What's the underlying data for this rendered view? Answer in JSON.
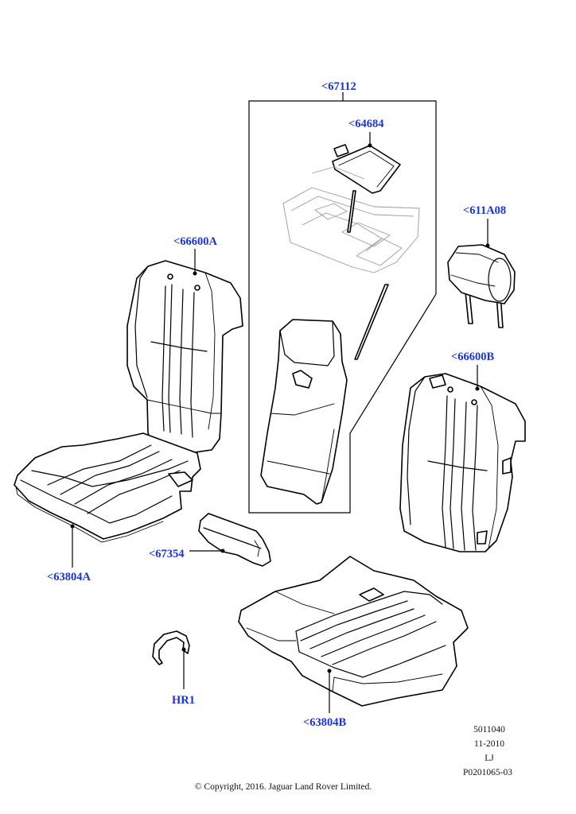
{
  "callouts": {
    "group_67112": "<67112",
    "part_64684": "<64684",
    "part_611A08": "<611A08",
    "part_66600A": "<66600A",
    "part_66600B": "<66600B",
    "part_67354": "<67354",
    "part_63804A": "<63804A",
    "part_63804B": "<63804B",
    "part_HR1": "HR1"
  },
  "reference": {
    "line1": "5011040",
    "line2": "11-2010",
    "line3": "LJ",
    "line4": "P0201065-03"
  },
  "copyright": "© Copyright, 2016. Jaguar Land Rover Limited.",
  "colors": {
    "callout_text": "#1a33d6",
    "line_art": "#000000"
  }
}
